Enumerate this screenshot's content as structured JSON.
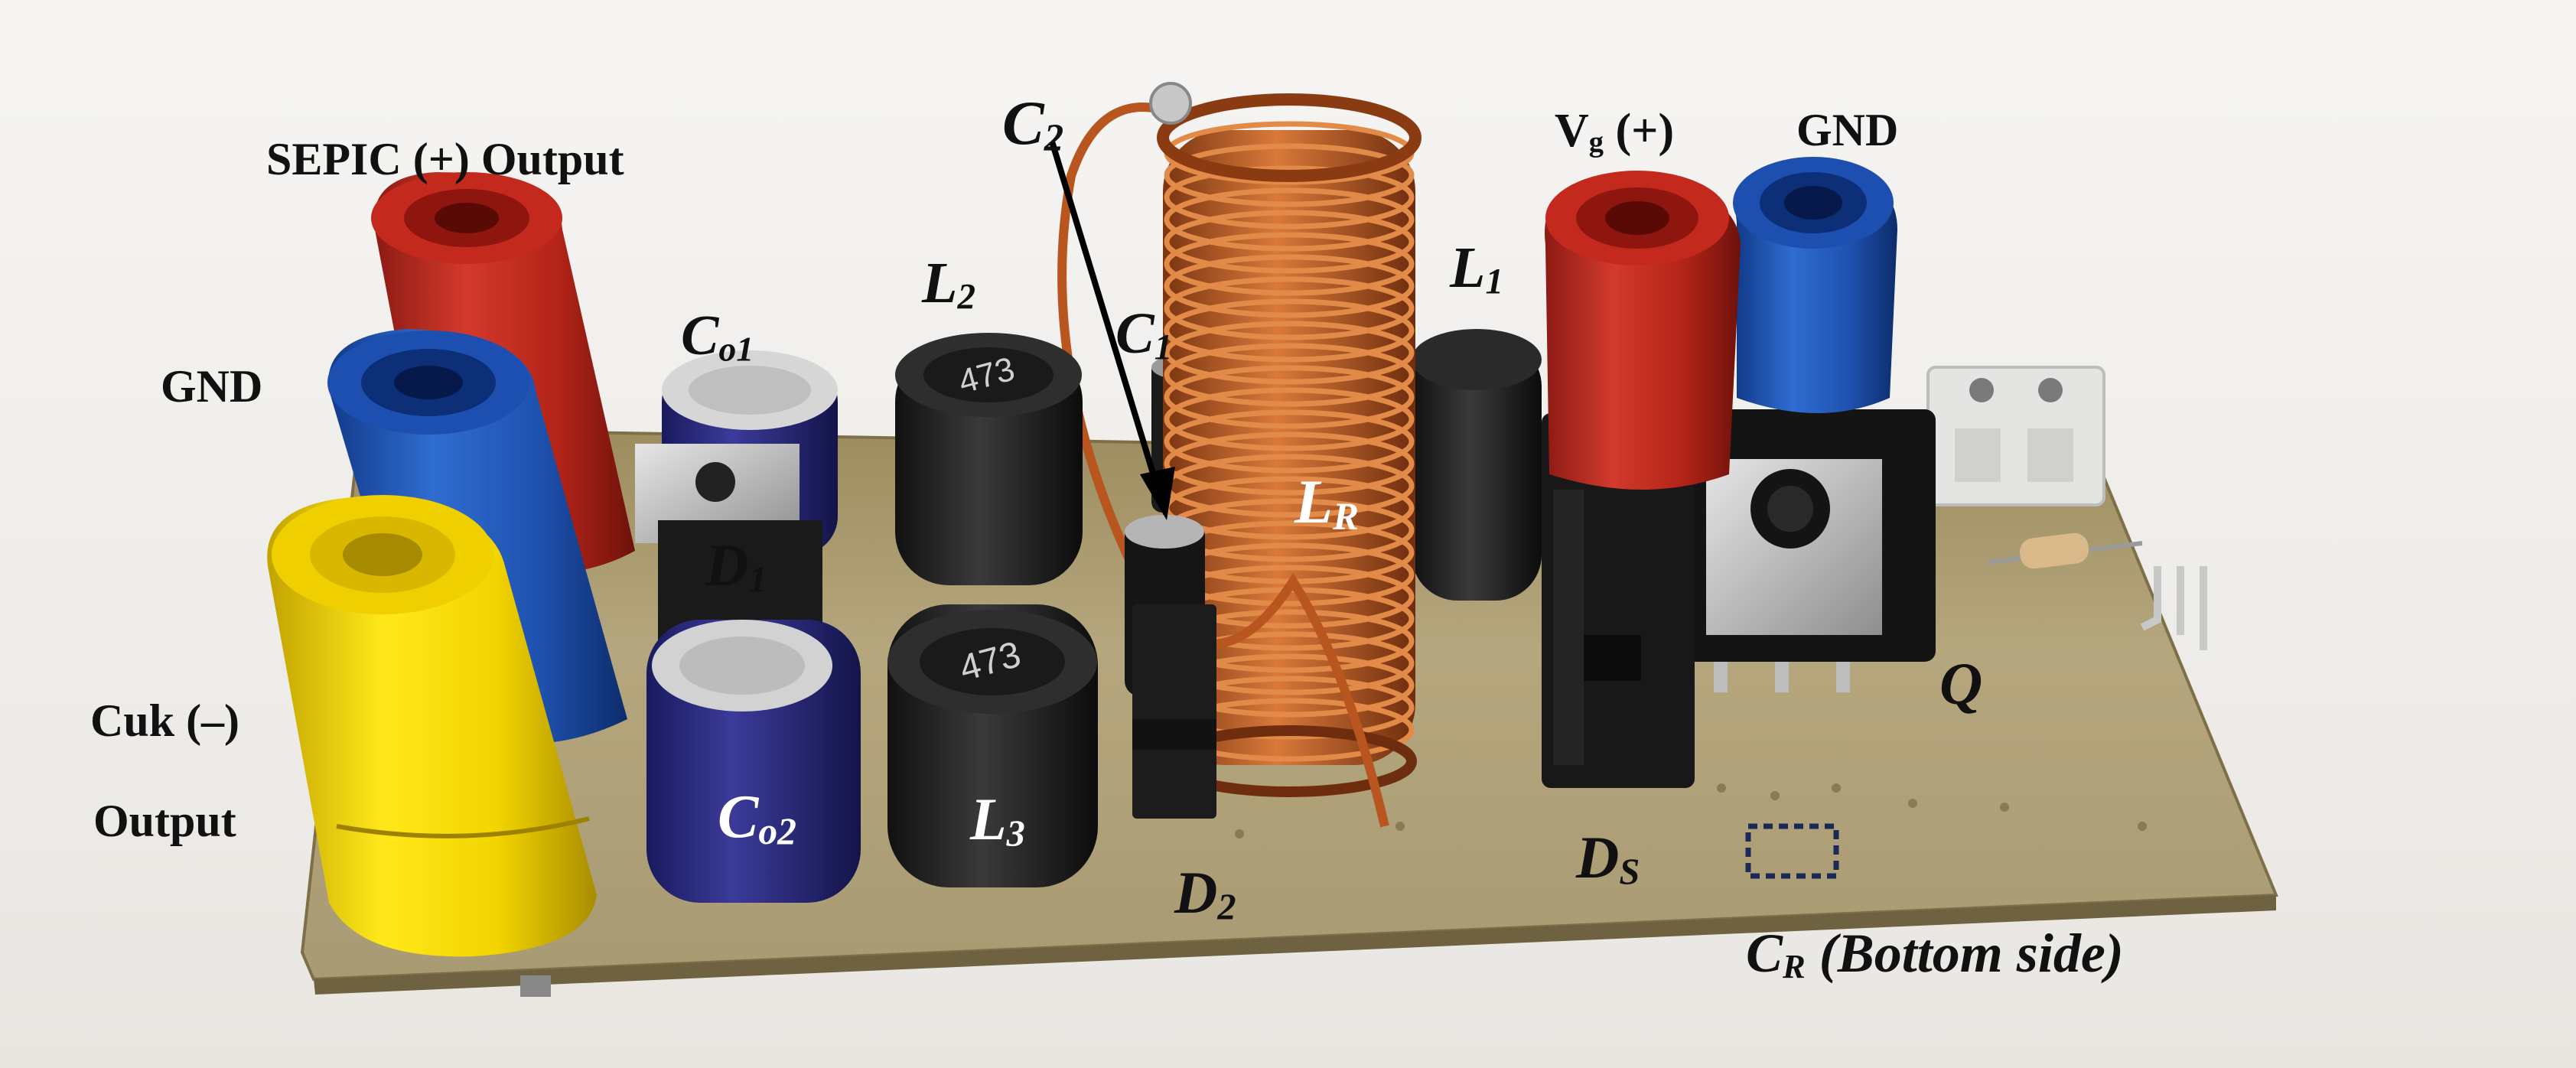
{
  "photo": {
    "background_color": "#f1efec",
    "pcb_color": "#b3a57d",
    "coil_color": "#c0602a"
  },
  "labels": {
    "sepic_output": "SEPIC (+) Output",
    "gnd_left": "GND",
    "cuk_line1": "Cuk (–)",
    "cuk_line2": "Output",
    "co1_main": "C",
    "co1_sub": "o1",
    "co2_main": "C",
    "co2_sub": "o2",
    "d1_main": "D",
    "d1_sub": "1",
    "l2_main": "L",
    "l2_sub": "2",
    "l3_main": "L",
    "l3_sub": "3",
    "c2_main": "C",
    "c2_sub": "2",
    "c1_main": "C",
    "c1_sub": "1",
    "lr_main": "L",
    "lr_sub": "R",
    "l1_main": "L",
    "l1_sub": "1",
    "d2_main": "D",
    "d2_sub": "2",
    "vg_main": "V",
    "vg_sub": "g",
    "vg_suffix": " (+)",
    "gnd_right": "GND",
    "ds_main": "D",
    "ds_sub": "S",
    "q": "Q",
    "cr_main": "C",
    "cr_sub": "R",
    "cr_suffix": " (Bottom side)"
  },
  "component_markings": {
    "inductor_code_l2": "473",
    "inductor_code_l3": "473"
  },
  "icons": {
    "arrow": "arrow-icon",
    "dashed_box": "dashed-rectangle"
  }
}
